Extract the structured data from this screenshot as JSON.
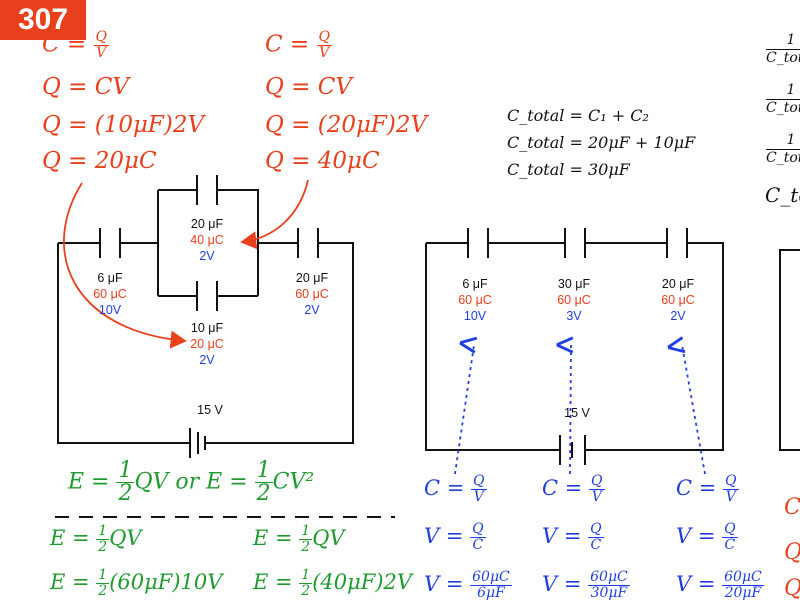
{
  "badge": "307",
  "left_calc": {
    "col1": [
      "C = ",
      "Q = CV",
      "Q = (10μF)2V",
      "Q = 20μC"
    ],
    "col2": [
      "C = ",
      "Q = CV",
      "Q = (20μF)2V",
      "Q = 40μC"
    ],
    "frac_num": "Q",
    "frac_den": "V"
  },
  "total_parallel": {
    "line1": "C_total = C₁ + C₂",
    "line2": "C_total = 20μF + 10μF",
    "line3": "C_total = 30μF"
  },
  "edge_right": {
    "one": "1",
    "ctotal": "C_total",
    "ctot_cut": "C_tot"
  },
  "circuit1": {
    "c1": {
      "cap": "6 μF",
      "charge": "60 μC",
      "volt": "10V"
    },
    "c_top": {
      "cap": "20 μF",
      "charge": "40 μC",
      "volt": "2V"
    },
    "c_bottom": {
      "cap": "10 μF",
      "charge": "20 μC",
      "volt": "2V"
    },
    "c3": {
      "cap": "20 μF",
      "charge": "60 μC",
      "volt": "2V"
    },
    "battery": "15 V"
  },
  "circuit2": {
    "c1": {
      "cap": "6 μF",
      "charge": "60 μC",
      "volt": "10V"
    },
    "c2": {
      "cap": "30 μF",
      "charge": "60 μC",
      "volt": "3V"
    },
    "c3": {
      "cap": "20 μF",
      "charge": "60 μC",
      "volt": "2V"
    },
    "battery": "15 V"
  },
  "energy": {
    "main_a": "E = ",
    "main_b": "QV or E = ",
    "main_c": "CV²",
    "half_num": "1",
    "half_den": "2",
    "left1": "E = ",
    "left1b": "QV",
    "left2b": "(60μF)10V",
    "right1b": "QV",
    "right2b": "(40μF)2V"
  },
  "voltage_calc": {
    "c_eq": "C = ",
    "v_eq": "V = ",
    "q": "Q",
    "v": "V",
    "c": "C",
    "q60": "60μC",
    "d6": "6μF",
    "d30": "30μF",
    "d20": "20μF"
  },
  "right_cut": {
    "c": "C",
    "q1": "Q",
    "q2": "Q"
  },
  "colors": {
    "red": "#e8401c",
    "green": "#1f9a2e",
    "blue": "#1f3fe0",
    "badge": "#e8401c"
  }
}
